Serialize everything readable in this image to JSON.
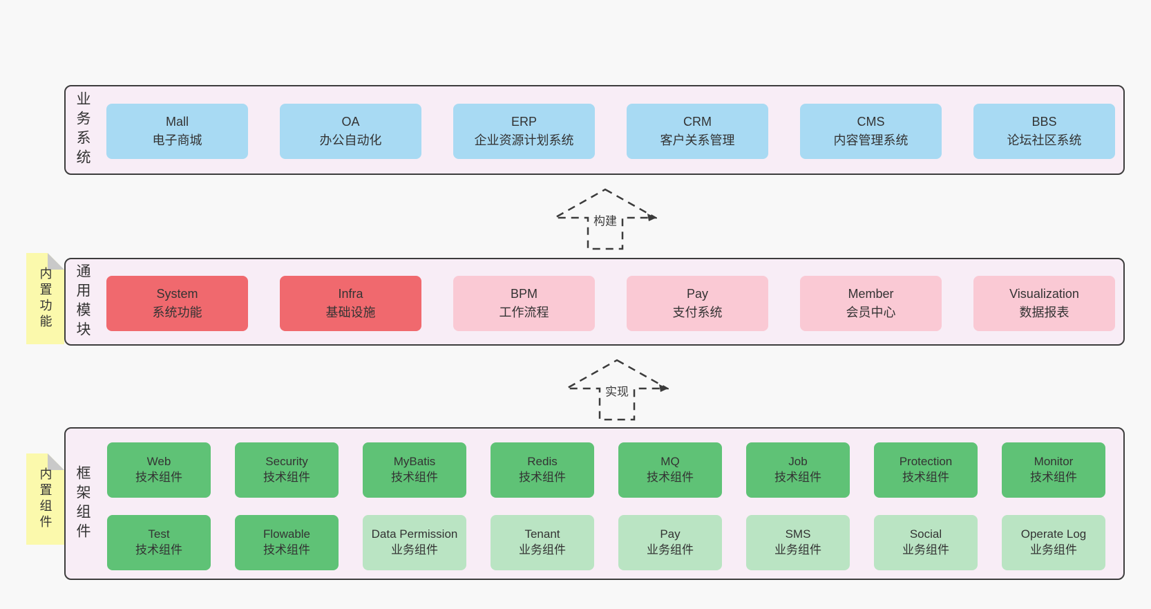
{
  "colors": {
    "page_bg": "#f8f8f8",
    "band_bg": "#f8edf6",
    "band_border": "#3c3c3c",
    "box_blue": "#a8daf3",
    "box_red": "#f0696e",
    "box_pink": "#fac9d4",
    "box_green": "#5fc276",
    "box_light_green": "#bae4c3",
    "note_yellow": "#fbf9ac",
    "note_fold": "#c9c9c9",
    "text": "#333333"
  },
  "arrows": [
    {
      "label": "构建"
    },
    {
      "label": "实现"
    }
  ],
  "bands": [
    {
      "label": "业务系统",
      "boxes": [
        {
          "title": "Mall",
          "subtitle": "电子商城",
          "color": "#a8daf3"
        },
        {
          "title": "OA",
          "subtitle": "办公自动化",
          "color": "#a8daf3"
        },
        {
          "title": "ERP",
          "subtitle": "企业资源计划系统",
          "color": "#a8daf3"
        },
        {
          "title": "CRM",
          "subtitle": "客户关系管理",
          "color": "#a8daf3"
        },
        {
          "title": "CMS",
          "subtitle": "内容管理系统",
          "color": "#a8daf3"
        },
        {
          "title": "BBS",
          "subtitle": "论坛社区系统",
          "color": "#a8daf3"
        }
      ]
    },
    {
      "label": "通用模块",
      "note": "内置功能",
      "boxes": [
        {
          "title": "System",
          "subtitle": "系统功能",
          "color": "#f0696e"
        },
        {
          "title": "Infra",
          "subtitle": "基础设施",
          "color": "#f0696e"
        },
        {
          "title": "BPM",
          "subtitle": "工作流程",
          "color": "#fac9d4"
        },
        {
          "title": "Pay",
          "subtitle": "支付系统",
          "color": "#fac9d4"
        },
        {
          "title": "Member",
          "subtitle": "会员中心",
          "color": "#fac9d4"
        },
        {
          "title": "Visualization",
          "subtitle": "数据报表",
          "color": "#fac9d4"
        }
      ]
    },
    {
      "label": "框架组件",
      "note": "内置组件",
      "row1": [
        {
          "title": "Web",
          "subtitle": "技术组件",
          "color": "#5fc276"
        },
        {
          "title": "Security",
          "subtitle": "技术组件",
          "color": "#5fc276"
        },
        {
          "title": "MyBatis",
          "subtitle": "技术组件",
          "color": "#5fc276"
        },
        {
          "title": "Redis",
          "subtitle": "技术组件",
          "color": "#5fc276"
        },
        {
          "title": "MQ",
          "subtitle": "技术组件",
          "color": "#5fc276"
        },
        {
          "title": "Job",
          "subtitle": "技术组件",
          "color": "#5fc276"
        },
        {
          "title": "Protection",
          "subtitle": "技术组件",
          "color": "#5fc276"
        },
        {
          "title": "Monitor",
          "subtitle": "技术组件",
          "color": "#5fc276"
        }
      ],
      "row2": [
        {
          "title": "Test",
          "subtitle": "技术组件",
          "color": "#5fc276"
        },
        {
          "title": "Flowable",
          "subtitle": "技术组件",
          "color": "#5fc276"
        },
        {
          "title": "Data Permission",
          "subtitle": "业务组件",
          "color": "#bae4c3"
        },
        {
          "title": "Tenant",
          "subtitle": "业务组件",
          "color": "#bae4c3"
        },
        {
          "title": "Pay",
          "subtitle": "业务组件",
          "color": "#bae4c3"
        },
        {
          "title": "SMS",
          "subtitle": "业务组件",
          "color": "#bae4c3"
        },
        {
          "title": "Social",
          "subtitle": "业务组件",
          "color": "#bae4c3"
        },
        {
          "title": "Operate Log",
          "subtitle": "业务组件",
          "color": "#bae4c3"
        }
      ]
    }
  ]
}
